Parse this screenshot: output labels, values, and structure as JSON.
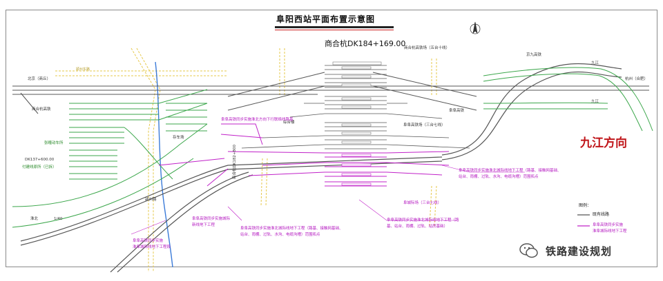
{
  "title": "阜阳西站平面布置示意图",
  "center_mark": "商合杭DK184+169.00",
  "direction_label": "九江方向",
  "watermark": "铁路建设规划",
  "labels": {
    "beijing": "北京（商丘）",
    "hangzhou": "杭州（合肥）",
    "jiujiang_top": "九江",
    "jiujiang_mid": "九江",
    "shanghehang_line": "商合杭高铁",
    "yard_shanghe_top": "商合杭高铁场（五台十线）",
    "jingjiu": "京九高铁",
    "fu_wu": "阜阜高铁场（三台七线）",
    "fu_wu_link": "阜阜高铁",
    "dk137": "DK137+600.00",
    "fuyang_depot_old": "付建线原所（已拆）",
    "zhangjiang_depot": "张疃动车所",
    "cunche": "存车场",
    "zonghe": "综合楼",
    "huaibei": "淮北",
    "s0140": "1/40",
    "yingzhou": "颍州路",
    "road_top": "颍州东路",
    "bridge_dk": "商合杭DK182+800",
    "ring_yard": "阜城际场（三台七线）",
    "pink_a": "阜阜高铁同步实施淮北方向下行联络线路基",
    "pink_b1": "阜阜高铁同步实施淮北城际线地下工程（路基、接触网基础、",
    "pink_b2": "站台、雨棚、过轨、水沟、电缆沟槽）范围拓点",
    "pink_c1": "阜阜高铁同步实施城际",
    "pink_c2": "新线地下工程",
    "pink_d1": "阜阜高铁同步实施淮北城际线地下工程（路基、接触网基础、",
    "pink_d2": "站台、雨棚、过轨、水沟、电缆沟槽）范围拓点",
    "pink_e1": "阜阜高铁同步实施淮北城际线地下工程（路",
    "pink_e2": "基、站台、雨棚、过轨、站房基础）",
    "pink_f1": "阜阜高铁同步实施",
    "pink_f2": "淮阜城际线地下工程段"
  },
  "legend": {
    "title": "图例：",
    "existing": "既有线路",
    "sync_line1": "阜阜高铁同步实施",
    "sync_line2": "淮阜城际线地下工程"
  },
  "colors": {
    "existing": "#555555",
    "green": "#3aa64a",
    "magenta": "#c020c8",
    "yellow": "#e6c84a",
    "blue": "#3a7ad8",
    "red": "#c0151a"
  }
}
